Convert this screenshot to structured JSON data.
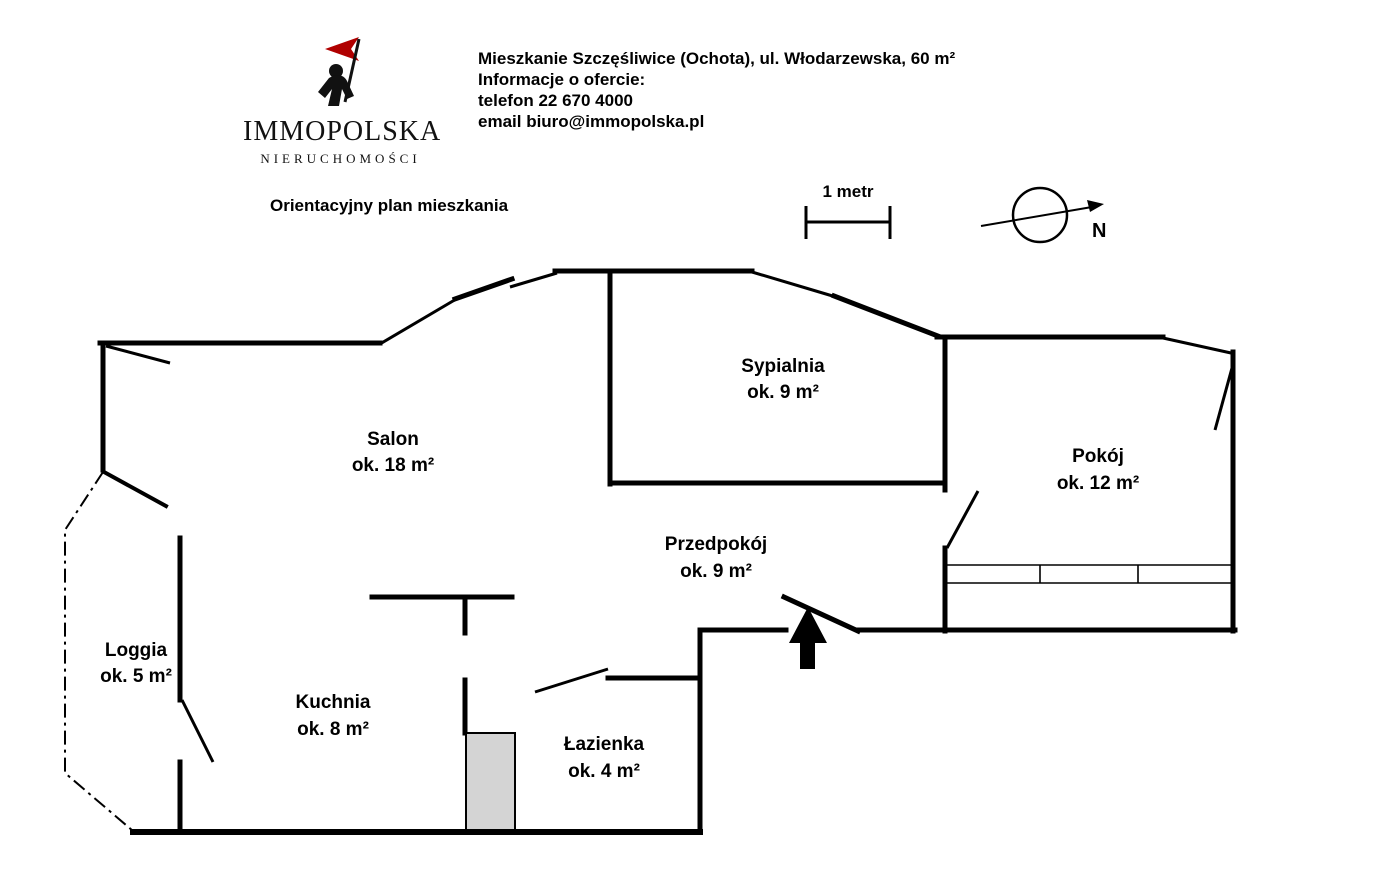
{
  "header": {
    "logo": {
      "title": "IMMOPOLSKA",
      "subtitle": "NIERUCHOMOŚCI",
      "flag_color": "#b00000"
    },
    "info": {
      "line1": "Mieszkanie Szczęśliwice (Ochota), ul. Włodarzewska, 60 m²",
      "line2": "Informacje o ofercie:",
      "line3": "telefon 22 670 4000",
      "line4": "email biuro@immopolska.pl"
    }
  },
  "plan": {
    "title": "Orientacyjny plan mieszkania",
    "scale_label": "1 metr",
    "north_label": "N",
    "rooms": [
      {
        "name": "Salon",
        "area": "ok. 18 m²"
      },
      {
        "name": "Sypialnia",
        "area": "ok. 9 m²"
      },
      {
        "name": "Pokój",
        "area": "ok. 12 m²"
      },
      {
        "name": "Przedpokój",
        "area": "ok. 9 m²"
      },
      {
        "name": "Loggia",
        "area": "ok. 5 m²"
      },
      {
        "name": "Kuchnia",
        "area": "ok. 8 m²"
      },
      {
        "name": "Łazienka",
        "area": "ok. 4 m²"
      }
    ],
    "colors": {
      "wall": "#000000",
      "shaft_fill": "#d4d4d4"
    }
  }
}
